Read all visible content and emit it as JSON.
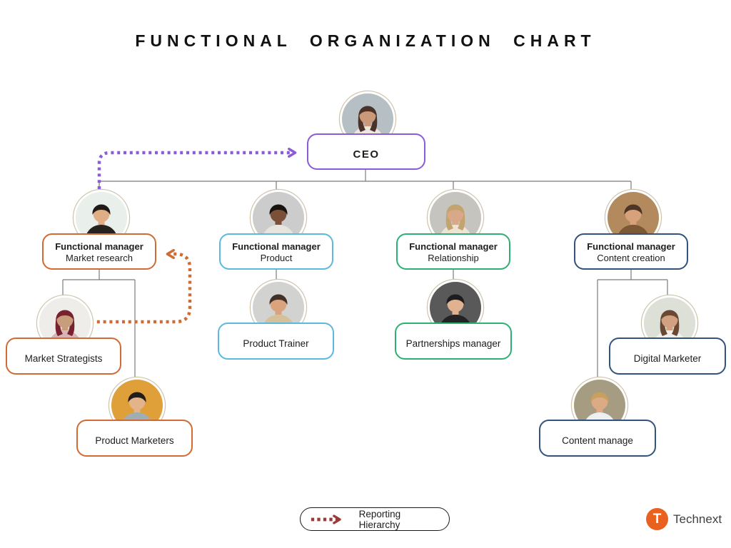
{
  "title": "FUNCTIONAL ORGANIZATION CHART",
  "colors": {
    "purple": "#8a5cd6",
    "orange": "#cf6b33",
    "lightblue": "#5ab9dd",
    "green": "#2db173",
    "navy": "#33547a",
    "line": "#7b7b7b",
    "maroon": "#9c3a3a",
    "brand": "#e8611f"
  },
  "nodes": {
    "ceo": {
      "label": "CEO"
    },
    "m1": {
      "role": "Functional manager",
      "dept": "Market research"
    },
    "m2": {
      "role": "Functional manager",
      "dept": "Product"
    },
    "m3": {
      "role": "Functional manager",
      "dept": "Relationship"
    },
    "m4": {
      "role": "Functional manager",
      "dept": "Content creation"
    },
    "marketStrategists": {
      "label": "Market Strategists"
    },
    "productMarketers": {
      "label": "Product Marketers"
    },
    "productTrainer": {
      "label": "Product Trainer"
    },
    "partnershipsManager": {
      "label": "Partnerships manager"
    },
    "digitalMarketer": {
      "label": "Digital Marketer"
    },
    "contentManager": {
      "label": "Content manage"
    }
  },
  "avatars": {
    "ceo": {
      "bg": "#b6bfc4",
      "skin": "#c9997a",
      "hair": "#4b332a",
      "shirt": "#ece7e1",
      "side": "#4b332a"
    },
    "m1": {
      "bg": "#e9efeb",
      "skin": "#dfae85",
      "hair": "#201b18",
      "shirt": "#262220",
      "side": "none"
    },
    "m2": {
      "bg": "#cccccc",
      "skin": "#7a5138",
      "hair": "#17130f",
      "shirt": "#e7e4df",
      "side": "none"
    },
    "m3": {
      "bg": "#c6c4bf",
      "skin": "#d8a888",
      "hair": "#c3a36e",
      "shirt": "#ece5d6",
      "side": "#c3a36e"
    },
    "m4": {
      "bg": "#b28a5e",
      "skin": "#d7a17c",
      "hair": "#4e3526",
      "shirt": "#7d5836",
      "side": "none"
    },
    "marketStrategists": {
      "bg": "#efedea",
      "skin": "#c79d7b",
      "hair": "#77222e",
      "shirt": "#d9b3b5",
      "side": "#77222e"
    },
    "productMarketers": {
      "bg": "#dfa039",
      "skin": "#e3b489",
      "hair": "#211d19",
      "shirt": "#9fadb5",
      "side": "none"
    },
    "productTrainer": {
      "bg": "#d2d2d0",
      "skin": "#d8a37d",
      "hair": "#42312a",
      "shirt": "#d6c09a",
      "side": "none"
    },
    "partnershipsManager": {
      "bg": "#595959",
      "skin": "#e0b28f",
      "hair": "#1d1d20",
      "shirt": "#232326",
      "side": "none"
    },
    "digitalMarketer": {
      "bg": "#dde0d6",
      "skin": "#d2a181",
      "hair": "#6b4833",
      "shirt": "#f1efeb",
      "side": "#6b4833"
    },
    "contentManager": {
      "bg": "#a59c82",
      "skin": "#dcab86",
      "hair": "#c79f5e",
      "shirt": "#edeff1",
      "side": "none"
    }
  },
  "legend": {
    "label": "Reporting Hierarchy"
  },
  "brand": {
    "initial": "T",
    "name": "Technext"
  }
}
